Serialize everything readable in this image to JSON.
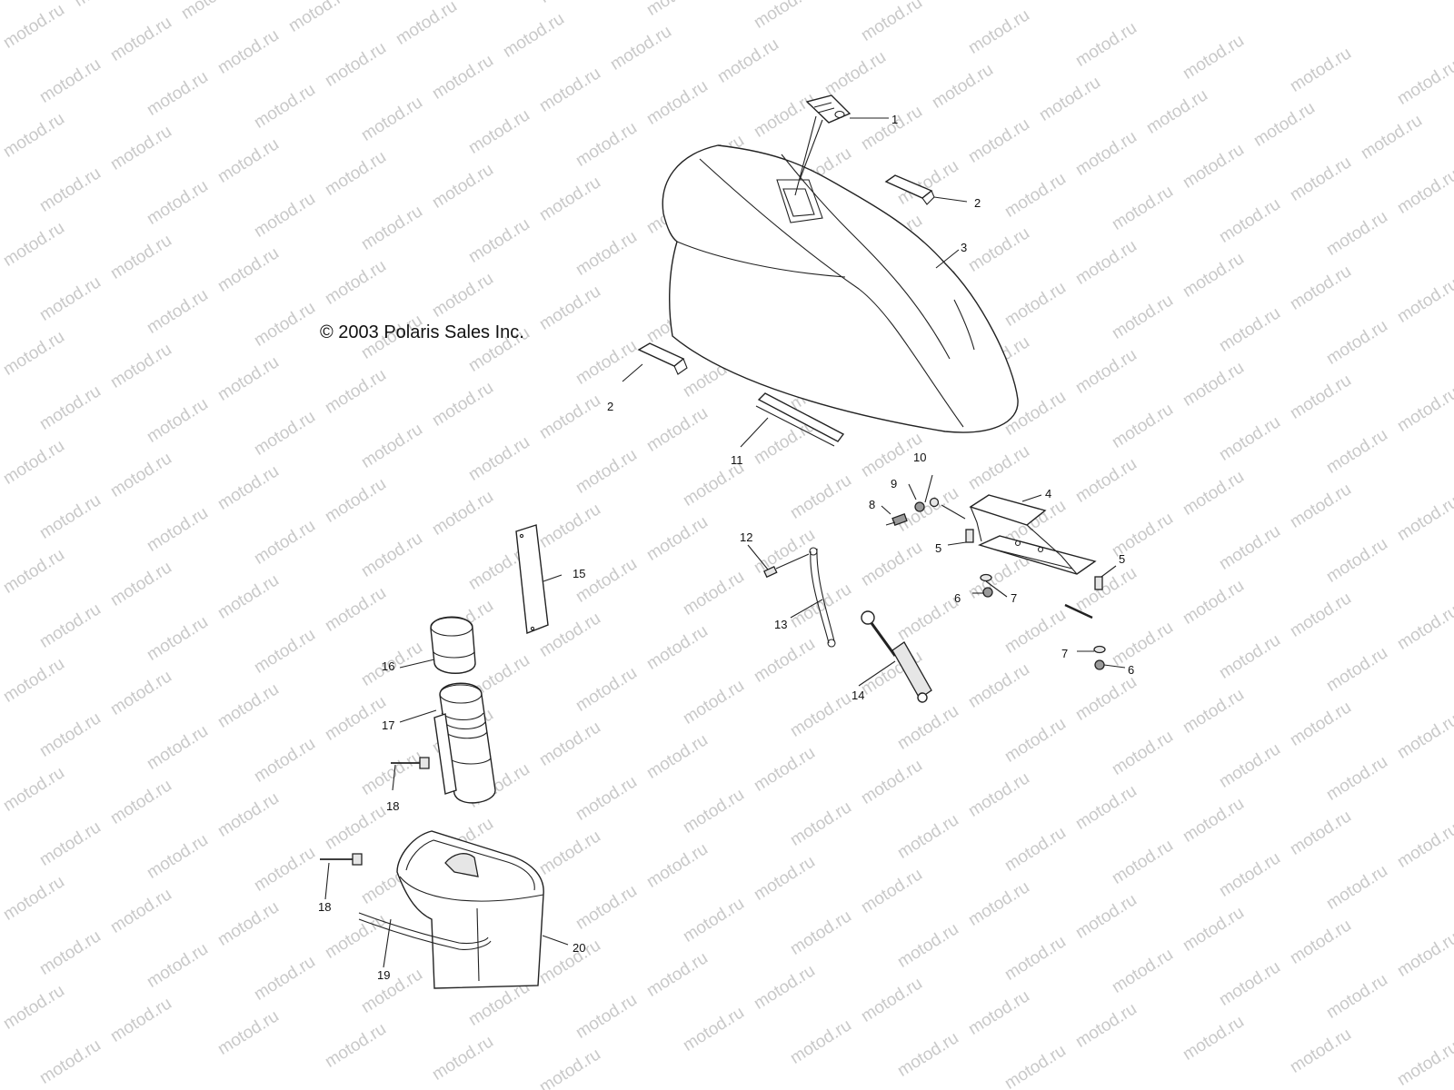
{
  "copyright": "© 2003 Polaris Sales Inc.",
  "watermark": "motod.ru",
  "callouts": {
    "c1": "1",
    "c2a": "2",
    "c2b": "2",
    "c3": "3",
    "c4": "4",
    "c5a": "5",
    "c5b": "5",
    "c6a": "6",
    "c6b": "6",
    "c7a": "7",
    "c7b": "7",
    "c8": "8",
    "c9": "9",
    "c10": "10",
    "c11": "11",
    "c12": "12",
    "c13": "13",
    "c14": "14",
    "c15": "15",
    "c16": "16",
    "c17": "17",
    "c18a": "18",
    "c18b": "18",
    "c19": "19",
    "c20": "20"
  }
}
